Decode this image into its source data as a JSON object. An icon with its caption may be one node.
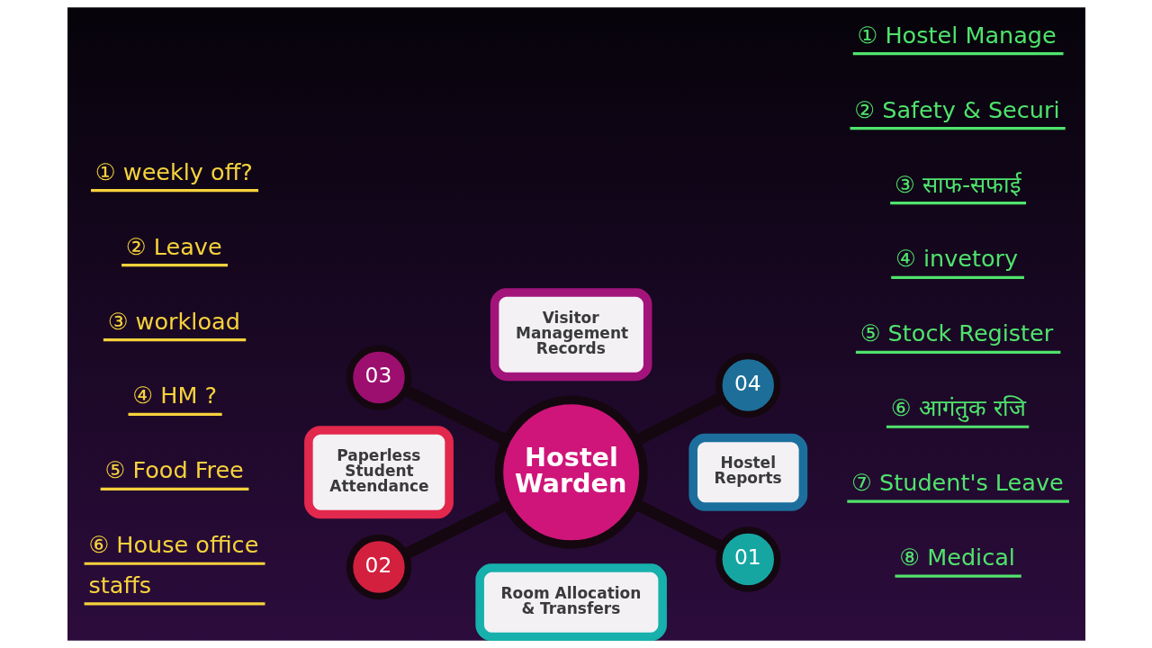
{
  "diagram": {
    "nodes": [
      {
        "text": [
          "03"
        ]
      },
      {
        "text": [
          "Visitor Management Records"
        ]
      },
      {
        "text": [
          "04"
        ]
      },
      {
        "text": [
          "Paperless Student Attendance"
        ]
      },
      {
        "text": [
          "Hostel Warden"
        ]
      },
      {
        "text": [
          "Hostel Reports"
        ]
      },
      {
        "text": [
          "02"
        ]
      },
      {
        "text": [
          "Room Allocation & Transfers"
        ]
      },
      {
        "text": [
          "01"
        ]
      }
    ],
    "edges": [
      {
        "from": 0,
        "to": 4,
        "arrow": "none"
      },
      {
        "from": 4,
        "to": 2,
        "arrow": "none"
      },
      {
        "from": 6,
        "to": 4,
        "arrow": "none"
      },
      {
        "from": 4,
        "to": 8,
        "arrow": "none"
      }
    ],
    "labels": [
      "① weekly off?",
      "② Leave",
      "③ workload",
      "④ HM ?",
      "⑤ Food Free",
      "⑥ House office staffs",
      "① Hostel Manage",
      "② Safety & Securi",
      "③ साफ-सफाई",
      "④ invetory",
      "⑤ Stock Register",
      "⑥ आगंतुक रजि",
      "⑦ Student's Leave",
      "⑧ Medical"
    ]
  }
}
